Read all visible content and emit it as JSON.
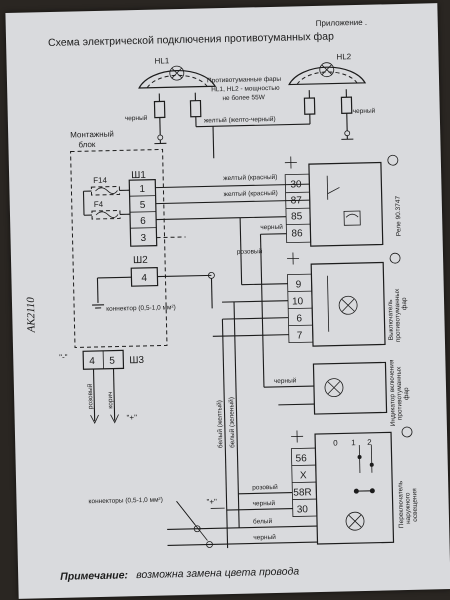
{
  "header": {
    "appendix": "Приложение .",
    "title": "Схема электрической подключения противотуманных фар"
  },
  "side_label": "AK2110",
  "lamps": {
    "hl1": "HL1",
    "hl2": "HL2",
    "caption_1": "Противотуманные фары",
    "caption_2": "HL1, HL2 - мощностью",
    "caption_3": "не более 55W"
  },
  "wires": {
    "black_1": "черный",
    "yellow_black": "желтый (желто-черный)",
    "black_2": "черный",
    "yellow_red_1": "желтый (красный)",
    "yellow_red_2": "желтый (красный)",
    "black_3": "черный",
    "pink": "розовый",
    "black_4": "черный",
    "white_yellow": "белый (желтый)",
    "white_green": "белый (зеленый)",
    "pink_2": "розовый",
    "black_5": "черный",
    "white": "белый",
    "black_6": "черный",
    "pink_sh3": "розовый",
    "yellow_sh3": "корич"
  },
  "mount_block": {
    "title_1": "Монтажный",
    "title_2": "блок",
    "f14": "F14",
    "f4": "F4",
    "sh1": "Ш1",
    "sh2": "Ш2",
    "sh3": "Ш3",
    "sh1_pins": [
      "1",
      "5",
      "6",
      "3"
    ],
    "sh2_pin": "4",
    "sh3_pins": [
      "4",
      "5"
    ],
    "connector": "коннектор (0,5-1,0 мм²)",
    "plus": "\"+\"",
    "minus": "\"-\""
  },
  "relay": {
    "pins": [
      "30",
      "87",
      "85",
      "86"
    ],
    "label": "Реле 90.3747"
  },
  "switch": {
    "pins": [
      "9",
      "10",
      "6",
      "7"
    ],
    "label_1": "Выключатель",
    "label_2": "противотуманных",
    "label_3": "фар"
  },
  "indicator": {
    "label_1": "Индикатор включения",
    "label_2": "противотуманных",
    "label_3": "фар"
  },
  "light_switch": {
    "pins": [
      "56",
      "X",
      "58R",
      "30"
    ],
    "positions": [
      "0",
      "1",
      "2"
    ],
    "label_1": "Переключатель",
    "label_2": "наружного",
    "label_3": "освещения"
  },
  "bottom": {
    "connectors": "коннекторы (0,5-1,0 мм²)",
    "plus": "\"+\"",
    "note_label": "Примечание:",
    "note_text": "возможна замена цвета провода"
  }
}
